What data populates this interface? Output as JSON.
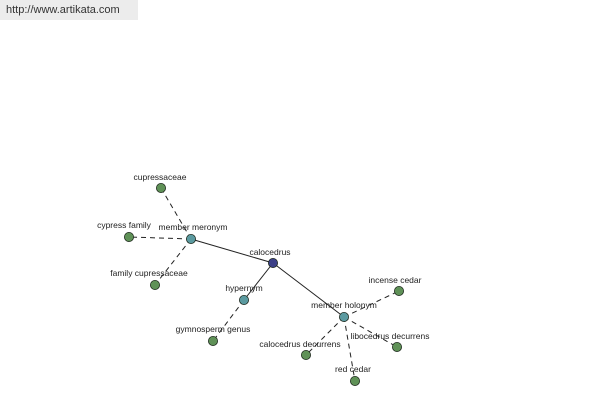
{
  "header": {
    "url": "http://www.artikata.com"
  },
  "colors": {
    "center": "#3b3f87",
    "relation": "#5b9aa0",
    "leaf": "#5f9157",
    "edge": "#222222"
  },
  "graph": {
    "nodes": [
      {
        "id": "calocedrus",
        "label": "calocedrus",
        "kind": "center"
      },
      {
        "id": "member-meronym",
        "label": "member meronym",
        "kind": "relation"
      },
      {
        "id": "hypernym",
        "label": "hypernym",
        "kind": "relation"
      },
      {
        "id": "member-holonym",
        "label": "member holonym",
        "kind": "relation"
      },
      {
        "id": "cupressaceae",
        "label": "cupressaceae",
        "kind": "leaf"
      },
      {
        "id": "cypress-family",
        "label": "cypress family",
        "kind": "leaf"
      },
      {
        "id": "family-cupressaceae",
        "label": "family cupressaceae",
        "kind": "leaf"
      },
      {
        "id": "gymnosperm-genus",
        "label": "gymnosperm genus",
        "kind": "leaf"
      },
      {
        "id": "incense-cedar",
        "label": "incense cedar",
        "kind": "leaf"
      },
      {
        "id": "libocedrus-decurrens",
        "label": "libocedrus decurrens",
        "kind": "leaf"
      },
      {
        "id": "calocedrus-decurrens",
        "label": "calocedrus decurrens",
        "kind": "leaf"
      },
      {
        "id": "red-cedar",
        "label": "red cedar",
        "kind": "leaf"
      }
    ],
    "edges": [
      {
        "from": "calocedrus",
        "to": "member-meronym",
        "style": "solid"
      },
      {
        "from": "calocedrus",
        "to": "hypernym",
        "style": "solid"
      },
      {
        "from": "calocedrus",
        "to": "member-holonym",
        "style": "solid"
      },
      {
        "from": "member-meronym",
        "to": "cupressaceae",
        "style": "dashed"
      },
      {
        "from": "member-meronym",
        "to": "cypress-family",
        "style": "dashed"
      },
      {
        "from": "member-meronym",
        "to": "family-cupressaceae",
        "style": "dashed"
      },
      {
        "from": "hypernym",
        "to": "gymnosperm-genus",
        "style": "dashed"
      },
      {
        "from": "member-holonym",
        "to": "incense-cedar",
        "style": "dashed"
      },
      {
        "from": "member-holonym",
        "to": "libocedrus-decurrens",
        "style": "dashed"
      },
      {
        "from": "member-holonym",
        "to": "calocedrus-decurrens",
        "style": "dashed"
      },
      {
        "from": "member-holonym",
        "to": "red-cedar",
        "style": "dashed"
      }
    ]
  }
}
